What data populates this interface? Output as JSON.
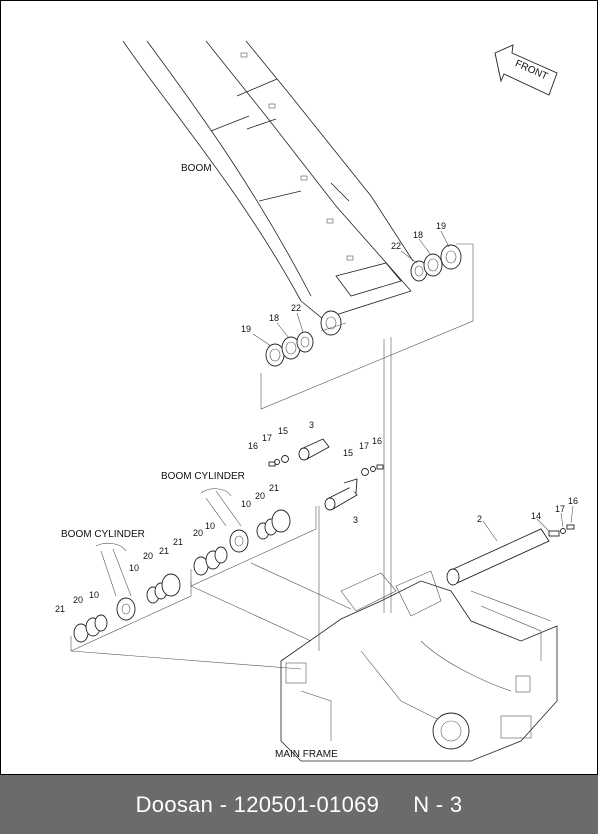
{
  "drawing": {
    "front_label": "FRONT",
    "captions": {
      "boom": "BOOM",
      "boom_cylinder_upper": "BOOM CYLINDER",
      "boom_cylinder_lower": "BOOM CYLINDER",
      "main_frame": "MAIN FRAME"
    },
    "callouts": {
      "boom_right": [
        "22",
        "18",
        "19"
      ],
      "boom_left": [
        "19",
        "18",
        "22"
      ],
      "pin_left": [
        "16",
        "17",
        "15",
        "3"
      ],
      "pin_right": [
        "15",
        "17",
        "16",
        "3"
      ],
      "cyl_upper": [
        "10",
        "20",
        "21",
        "21",
        "20",
        "10"
      ],
      "cyl_lower": [
        "10",
        "20",
        "21",
        "21",
        "20",
        "10"
      ],
      "foot_pin": [
        "2",
        "14",
        "17",
        "16"
      ]
    }
  },
  "footer": {
    "brand_part": "Doosan - 120501-01069",
    "page_code": "N - 3"
  }
}
